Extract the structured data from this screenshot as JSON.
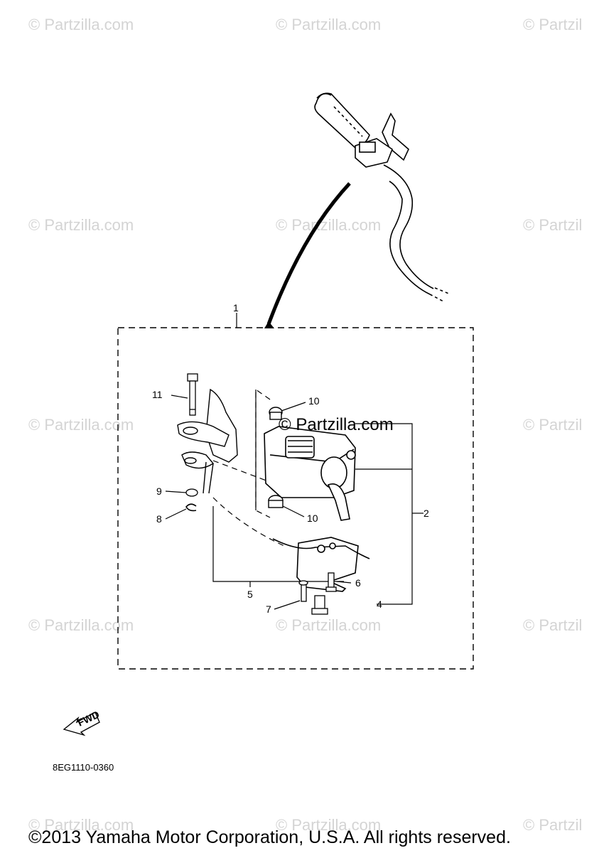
{
  "watermark": "© Partzilla.com",
  "watermark_partial": "© Partzil",
  "center_watermark": "© Partzilla.com",
  "callouts": {
    "c1": "1",
    "c2": "2",
    "c4": "4",
    "c5": "5",
    "c6": "6",
    "c7": "7",
    "c8": "8",
    "c9": "9",
    "c10a": "10",
    "c10b": "10",
    "c11": "11"
  },
  "fwd_label": "FWD",
  "reference_code": "8EG1110-0360",
  "copyright": "©2013 Yamaha Motor Corporation, U.S.A. All rights reserved."
}
